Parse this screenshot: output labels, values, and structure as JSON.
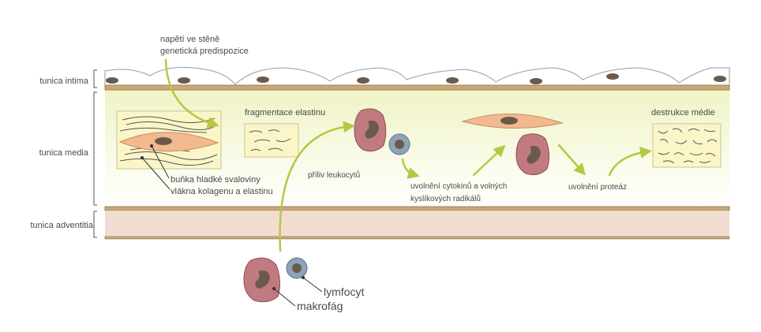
{
  "layers": {
    "intima": "tunica intima",
    "media": "tunica media",
    "adventitia": "tunica adventitia"
  },
  "labels": {
    "stress": "napětí ve stěně",
    "genetic": "genetická predispozice",
    "smooth_muscle_cell": "buňka hladké svaloviny",
    "collagen_elastin_fibers": "vlákna kolagenu a elastinu",
    "elastin_fragmentation": "fragmentace elastinu",
    "leukocyte_influx": "příliv leukocytů",
    "cytokine_release_line1": "uvolnění cytokinů a volných",
    "cytokine_release_line2": "kyslíkových radikálů",
    "protease_release": "uvolnění proteáz",
    "media_destruction": "destrukce médie",
    "lymphocyte": "lymfocyt",
    "macrophage": "makrofág"
  },
  "colors": {
    "arrow": "#b5c842",
    "media_fill": "#f6f7d2",
    "adventitia_fill": "#f1ddd0",
    "membrane": "#c9a877",
    "macrophage": "#c07a80",
    "macrophage_nucleus": "#6b5a4a",
    "lymphocyte": "#8ea3b8",
    "smooth_muscle": "#f2b98e",
    "fiber_box": "#fbf6c8"
  }
}
